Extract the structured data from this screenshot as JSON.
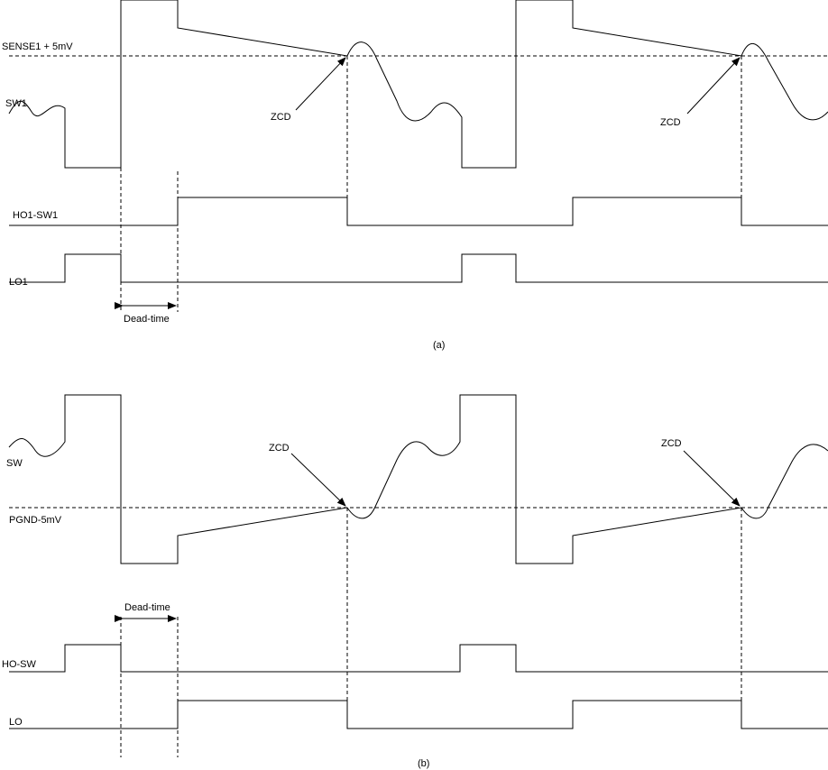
{
  "panel_a": {
    "caption": "(a)",
    "threshold_label": "SENSE1 + 5mV",
    "sw_label": "SW1",
    "ho_label": "HO1-SW1",
    "lo_label": "LO1",
    "zcd_label_1": "ZCD",
    "zcd_label_2": "ZCD",
    "deadtime_label": "Dead-time"
  },
  "panel_b": {
    "caption": "(b)",
    "threshold_label": "PGND-5mV",
    "sw_label": "SW",
    "ho_label": "HO-SW",
    "lo_label": "LO",
    "zcd_label_1": "ZCD",
    "zcd_label_2": "ZCD",
    "deadtime_label": "Dead-time"
  }
}
